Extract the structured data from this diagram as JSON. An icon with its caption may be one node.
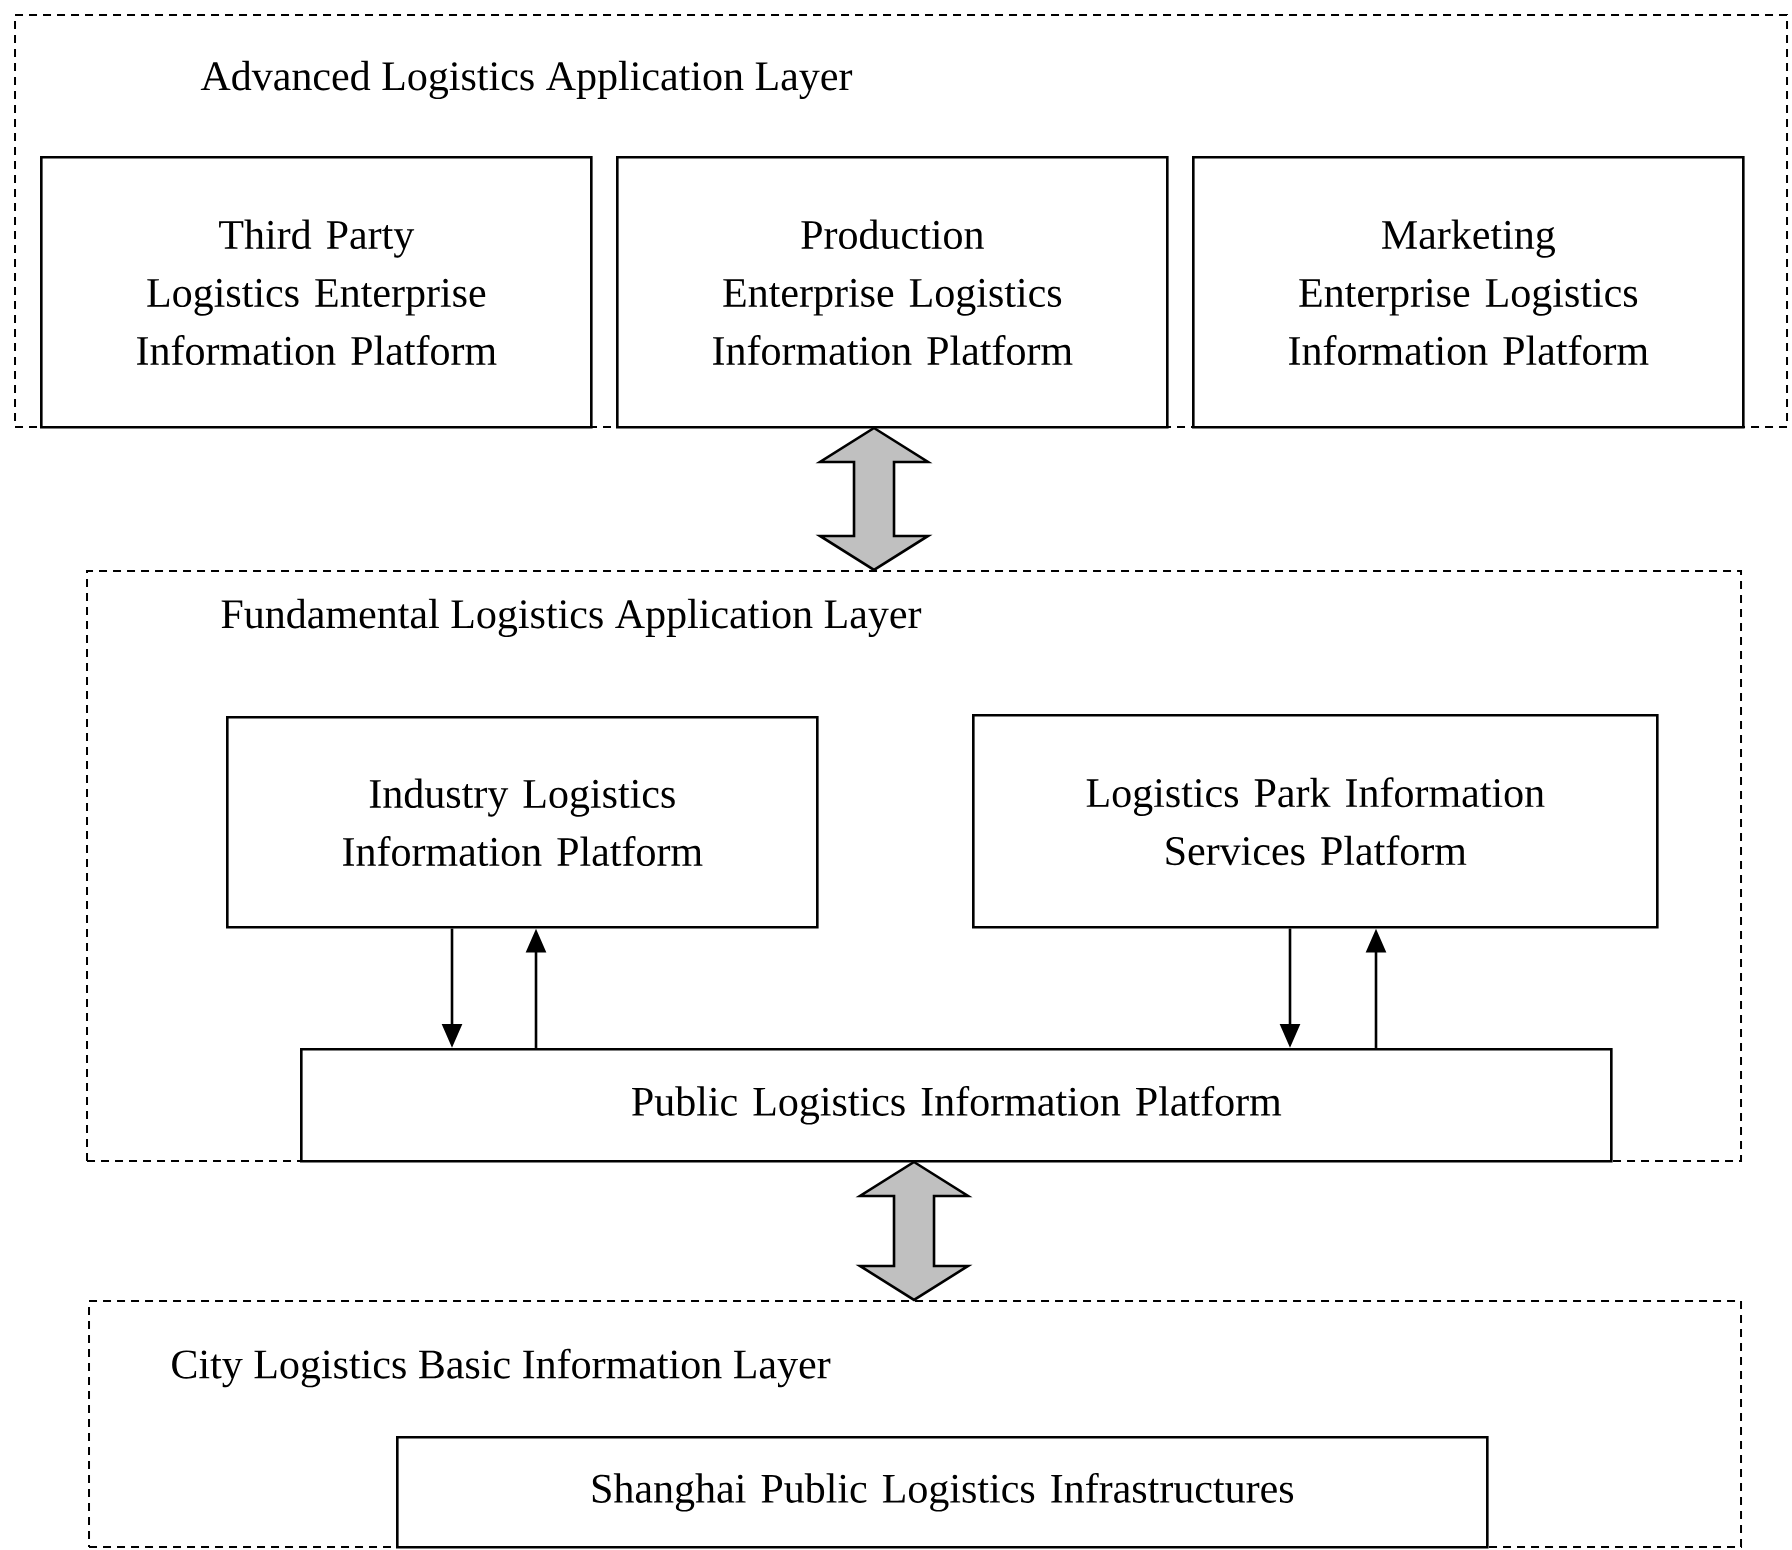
{
  "diagram": {
    "nodes": [
      {
        "text": [
          "Advanced Logistics Application Layer"
        ]
      },
      {
        "text": [
          "Third Party Logistics Enterprise Information Platform"
        ],
        "in": 0
      },
      {
        "text": [
          "Production Enterprise Logistics Information Platform"
        ],
        "in": 0
      },
      {
        "text": [
          "Marketing Enterprise Logistics Information Platform"
        ],
        "in": 0
      },
      {
        "text": [
          "Fundamental Logistics Application Layer"
        ]
      },
      {
        "text": [
          "Industry Logistics Information Platform"
        ],
        "in": 4
      },
      {
        "text": [
          "Logistics Park Information Services Platform"
        ],
        "in": 4
      },
      {
        "text": [
          "Public Logistics Information Platform"
        ],
        "in": 4
      },
      {
        "text": [
          "City Logistics Basic Information Layer"
        ]
      },
      {
        "text": [
          "Shanghai Public Logistics Infrastructures"
        ],
        "in": 8
      }
    ],
    "edges": [
      {
        "from": 0,
        "to": 4,
        "arrow": "both",
        "style": "thick"
      },
      {
        "from": 5,
        "to": 7,
        "arrow": "to"
      },
      {
        "from": 7,
        "to": 5,
        "arrow": "to"
      },
      {
        "from": 6,
        "to": 7,
        "arrow": "to"
      },
      {
        "from": 7,
        "to": 6,
        "arrow": "to"
      },
      {
        "from": 4,
        "to": 8,
        "arrow": "both",
        "style": "thick"
      }
    ]
  }
}
